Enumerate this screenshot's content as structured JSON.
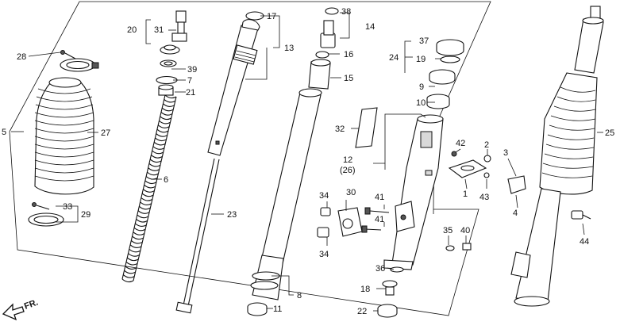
{
  "diagram": {
    "direction_indicator": "FR.",
    "part_labels": {
      "p1": "1",
      "p2": "2",
      "p3": "3",
      "p4": "4",
      "p5": "5",
      "p6": "6",
      "p7": "7",
      "p8": "8",
      "p9": "9",
      "p10": "10",
      "p11": "11",
      "p12": "12",
      "p12b": "(26)",
      "p13": "13",
      "p14": "14",
      "p15": "15",
      "p16": "16",
      "p17": "17",
      "p18": "18",
      "p19": "19",
      "p20": "20",
      "p21": "21",
      "p22": "22",
      "p23": "23",
      "p24": "24",
      "p25": "25",
      "p27": "27",
      "p28": "28",
      "p29": "29",
      "p30": "30",
      "p31": "31",
      "p32": "32",
      "p33": "33",
      "p34a": "34",
      "p34b": "34",
      "p35": "35",
      "p36": "36",
      "p37": "37",
      "p38": "38",
      "p39": "39",
      "p40": "40",
      "p41a": "41",
      "p41b": "41",
      "p42": "42",
      "p43": "43",
      "p44": "44"
    }
  }
}
